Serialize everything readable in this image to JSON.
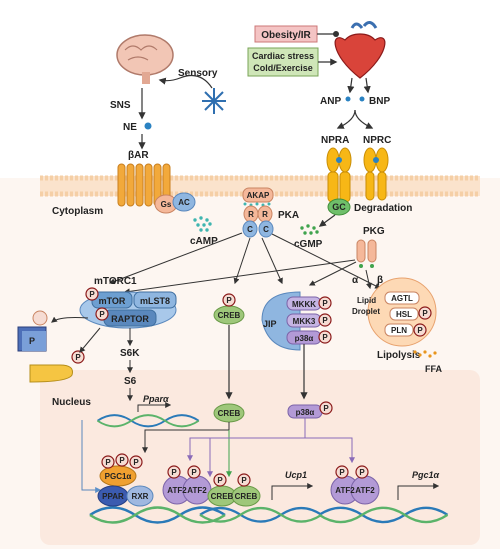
{
  "triggers": {
    "obesity": "Obesity/IR",
    "cardiac_cold": [
      "Cardiac stress",
      "Cold/Exercise"
    ],
    "sensory": "Sensory"
  },
  "signals": {
    "sns": "SNS",
    "ne": "NE",
    "beta_ar": "βAR",
    "anp": "ANP",
    "bnp": "BNP",
    "npra": "NPRA",
    "nprc": "NPRC",
    "gc": "GC",
    "degradation": "Degradation"
  },
  "compartments": {
    "cytoplasm": "Cytoplasm",
    "nucleus": "Nucleus"
  },
  "cyto": {
    "gs": "Gs",
    "ac": "AC",
    "camp": "cAMP",
    "akap": "AKAP",
    "r": "R",
    "c": "C",
    "pka": "PKA",
    "cgmp": "cGMP",
    "pkg": "PKG",
    "alpha": "α",
    "beta": "β",
    "mtorc1": "mTORC1",
    "mtor": "mTOR",
    "mlst8": "mLST8",
    "raptor": "RAPTOR",
    "p": "P",
    "s6k": "S6K",
    "s6": "S6",
    "creb": "CREB",
    "jip": "JIP",
    "mkkk": "MKKK",
    "mkk3": "MKK3",
    "p38a": "p38α",
    "lipid_droplet": [
      "Lipid",
      "Droplet"
    ],
    "agtl": "AGTL",
    "hsl": "HSL",
    "pln": "PLN",
    "lipolysis": "Lipolysis",
    "ffa": "FFA"
  },
  "nuclear": {
    "ppara": "Pparα",
    "creb": "CREB",
    "p38a": "p38α",
    "pgc1a": "PGC1α",
    "ppar": "PPAR",
    "rxr": "RXR",
    "atf2": "ATF2",
    "ucp1": "Ucp1",
    "pgc1a_gene": "Pgc1α"
  },
  "colors": {
    "membrane": "#f5cfa6",
    "receptor": "#f2a93b",
    "npr": "#f7b716",
    "pka": "#f5b89a",
    "creb": "#9ec77a",
    "mtor": "#6d9fd1",
    "p38": "#b39ad6",
    "lipid": "#fdd9b5",
    "p_badge": "#f6dcd3",
    "nucleus_bg": "#fdf1ea"
  }
}
